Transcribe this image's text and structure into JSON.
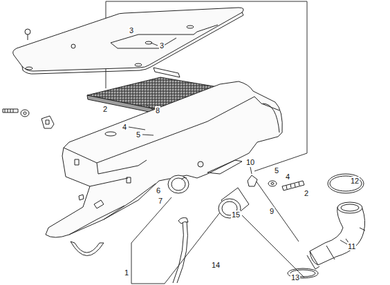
{
  "diagram": {
    "labels": [
      "3",
      "3",
      "2",
      "8",
      "4",
      "5",
      "10",
      "5",
      "4",
      "2",
      "12",
      "6",
      "7",
      "15",
      "9",
      "11",
      "1",
      "14",
      "13"
    ]
  }
}
